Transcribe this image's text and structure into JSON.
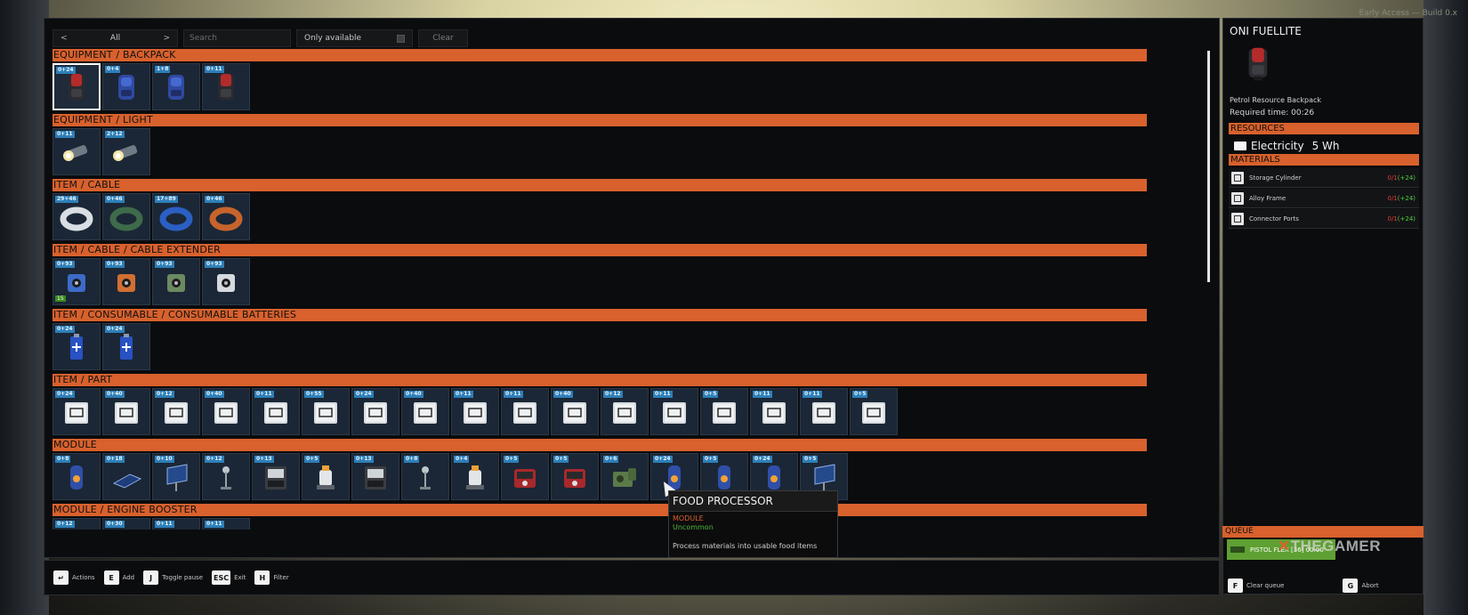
{
  "corner_label": "Early Access — Build 0.x",
  "toolbar": {
    "filter_left": "<",
    "filter_value": "All",
    "filter_right": ">",
    "search_placeholder": "Search",
    "only_available": "Only available",
    "clear": "Clear"
  },
  "categories": [
    {
      "title": "EQUIPMENT / BACKPACK",
      "items": [
        {
          "badge": "0+24",
          "icon": "red-backpack-icon",
          "selected": true
        },
        {
          "badge": "0+4",
          "icon": "blue-backpack-icon"
        },
        {
          "badge": "1+8",
          "icon": "blue-backpack-icon"
        },
        {
          "badge": "0+11",
          "icon": "red-backpack-icon"
        }
      ]
    },
    {
      "title": "EQUIPMENT / LIGHT",
      "items": [
        {
          "badge": "0+11",
          "icon": "flashlight-icon"
        },
        {
          "badge": "2+12",
          "icon": "flashlight-icon"
        }
      ]
    },
    {
      "title": "ITEM / CABLE",
      "items": [
        {
          "badge": "29+46",
          "icon": "cable-coil-white-icon"
        },
        {
          "badge": "0+46",
          "icon": "cable-coil-green-icon"
        },
        {
          "badge": "17+89",
          "icon": "cable-coil-blue-icon"
        },
        {
          "badge": "0+46",
          "icon": "cable-coil-orange-icon"
        }
      ]
    },
    {
      "title": "ITEM / CABLE / CABLE EXTENDER",
      "items": [
        {
          "badge": "0+93",
          "icon": "cable-extender-blue-icon",
          "qty": "15"
        },
        {
          "badge": "0+93",
          "icon": "cable-extender-orange-icon"
        },
        {
          "badge": "0+93",
          "icon": "cable-extender-green-icon"
        },
        {
          "badge": "0+93",
          "icon": "cable-extender-white-icon"
        }
      ]
    },
    {
      "title": "ITEM / CONSUMABLE / CONSUMABLE BATTERIES",
      "items": [
        {
          "badge": "0+24",
          "icon": "battery-icon"
        },
        {
          "badge": "0+24",
          "icon": "battery-icon"
        }
      ]
    },
    {
      "title": "ITEM / PART",
      "items": [
        {
          "badge": "0+24",
          "icon": "part-crate-icon"
        },
        {
          "badge": "0+40",
          "icon": "part-crate-icon"
        },
        {
          "badge": "0+12",
          "icon": "part-crate-icon"
        },
        {
          "badge": "0+40",
          "icon": "part-crate-icon"
        },
        {
          "badge": "0+11",
          "icon": "part-crate-icon"
        },
        {
          "badge": "0+55",
          "icon": "part-crate-icon"
        },
        {
          "badge": "0+24",
          "icon": "part-crate-icon"
        },
        {
          "badge": "0+40",
          "icon": "part-crate-icon"
        },
        {
          "badge": "0+11",
          "icon": "part-crate-icon"
        },
        {
          "badge": "0+11",
          "icon": "part-crate-icon"
        },
        {
          "badge": "0+40",
          "icon": "part-crate-icon"
        },
        {
          "badge": "0+12",
          "icon": "part-crate-icon"
        },
        {
          "badge": "0+11",
          "icon": "part-crate-icon"
        },
        {
          "badge": "0+5",
          "icon": "part-crate-icon"
        },
        {
          "badge": "0+11",
          "icon": "part-crate-icon"
        },
        {
          "badge": "0+11",
          "icon": "part-crate-icon"
        },
        {
          "badge": "0+5",
          "icon": "part-crate-icon"
        }
      ]
    },
    {
      "title": "MODULE",
      "items": [
        {
          "badge": "0+8",
          "icon": "module-tank-icon"
        },
        {
          "badge": "0+18",
          "icon": "solar-panel-flat-icon"
        },
        {
          "badge": "0+10",
          "icon": "solar-panel-icon"
        },
        {
          "badge": "0+12",
          "icon": "antenna-lamp-icon"
        },
        {
          "badge": "0+13",
          "icon": "machine-icon"
        },
        {
          "badge": "0+5",
          "icon": "reactor-icon"
        },
        {
          "badge": "0+13",
          "icon": "machine-icon"
        },
        {
          "badge": "0+8",
          "icon": "antenna-lamp-icon"
        },
        {
          "badge": "0+4",
          "icon": "reactor-icon"
        },
        {
          "badge": "0+5",
          "icon": "generator-icon"
        },
        {
          "badge": "0+5",
          "icon": "generator-icon"
        },
        {
          "badge": "0+6",
          "icon": "food-processor-icon"
        },
        {
          "badge": "0+24",
          "icon": "module-tank-icon"
        },
        {
          "badge": "0+5",
          "icon": "module-tank-icon"
        },
        {
          "badge": "0+24",
          "icon": "module-tank-icon"
        },
        {
          "badge": "0+5",
          "icon": "solar-panel-icon"
        }
      ]
    },
    {
      "title": "MODULE / ENGINE BOOSTER",
      "items": [
        {
          "badge": "0+12",
          "icon": "engine-booster-icon"
        },
        {
          "badge": "0+30",
          "icon": "engine-booster-icon"
        },
        {
          "badge": "0+11",
          "icon": "engine-booster-icon"
        },
        {
          "badge": "0+11",
          "icon": "engine-booster-icon"
        }
      ]
    }
  ],
  "tooltip": {
    "title": "FOOD PROCESSOR",
    "type": "MODULE",
    "rarity": "Uncommon",
    "description": "Process materials into usable food items"
  },
  "hints": [
    {
      "key": "↵",
      "label": "Actions"
    },
    {
      "key": "E",
      "label": "Add"
    },
    {
      "key": "J",
      "label": "Toggle pause"
    },
    {
      "key": "ESC",
      "label": "Exit"
    },
    {
      "key": "H",
      "label": "Filter"
    }
  ],
  "detail": {
    "title": "ONI FUELLITE",
    "name": "Petrol Resource Backpack",
    "required_time": "Required time: 00:26",
    "resources_header": "RESOURCES",
    "resource": {
      "label": "Electricity",
      "amount": "5 Wh"
    },
    "materials_header": "MATERIALS",
    "materials": [
      {
        "name": "Storage Cylinder",
        "have": "0/1",
        "plus": "(+24)"
      },
      {
        "name": "Alloy Frame",
        "have": "0/1",
        "plus": "(+24)"
      },
      {
        "name": "Connector Ports",
        "have": "0/1",
        "plus": "(+24)"
      }
    ]
  },
  "queue": {
    "header": "QUEUE",
    "item": "PISTOL FLEX   [36]   00:00"
  },
  "queue_hints": [
    {
      "key": "F",
      "label": "Clear queue"
    },
    {
      "key": "G",
      "label": "Abort"
    }
  ],
  "watermark": {
    "x": "✕",
    "text": "THEGAMER"
  },
  "colors": {
    "accent": "#d8612d",
    "tile": "#1b2736",
    "badge": "#2d7fb8",
    "queue": "#5fa033"
  }
}
